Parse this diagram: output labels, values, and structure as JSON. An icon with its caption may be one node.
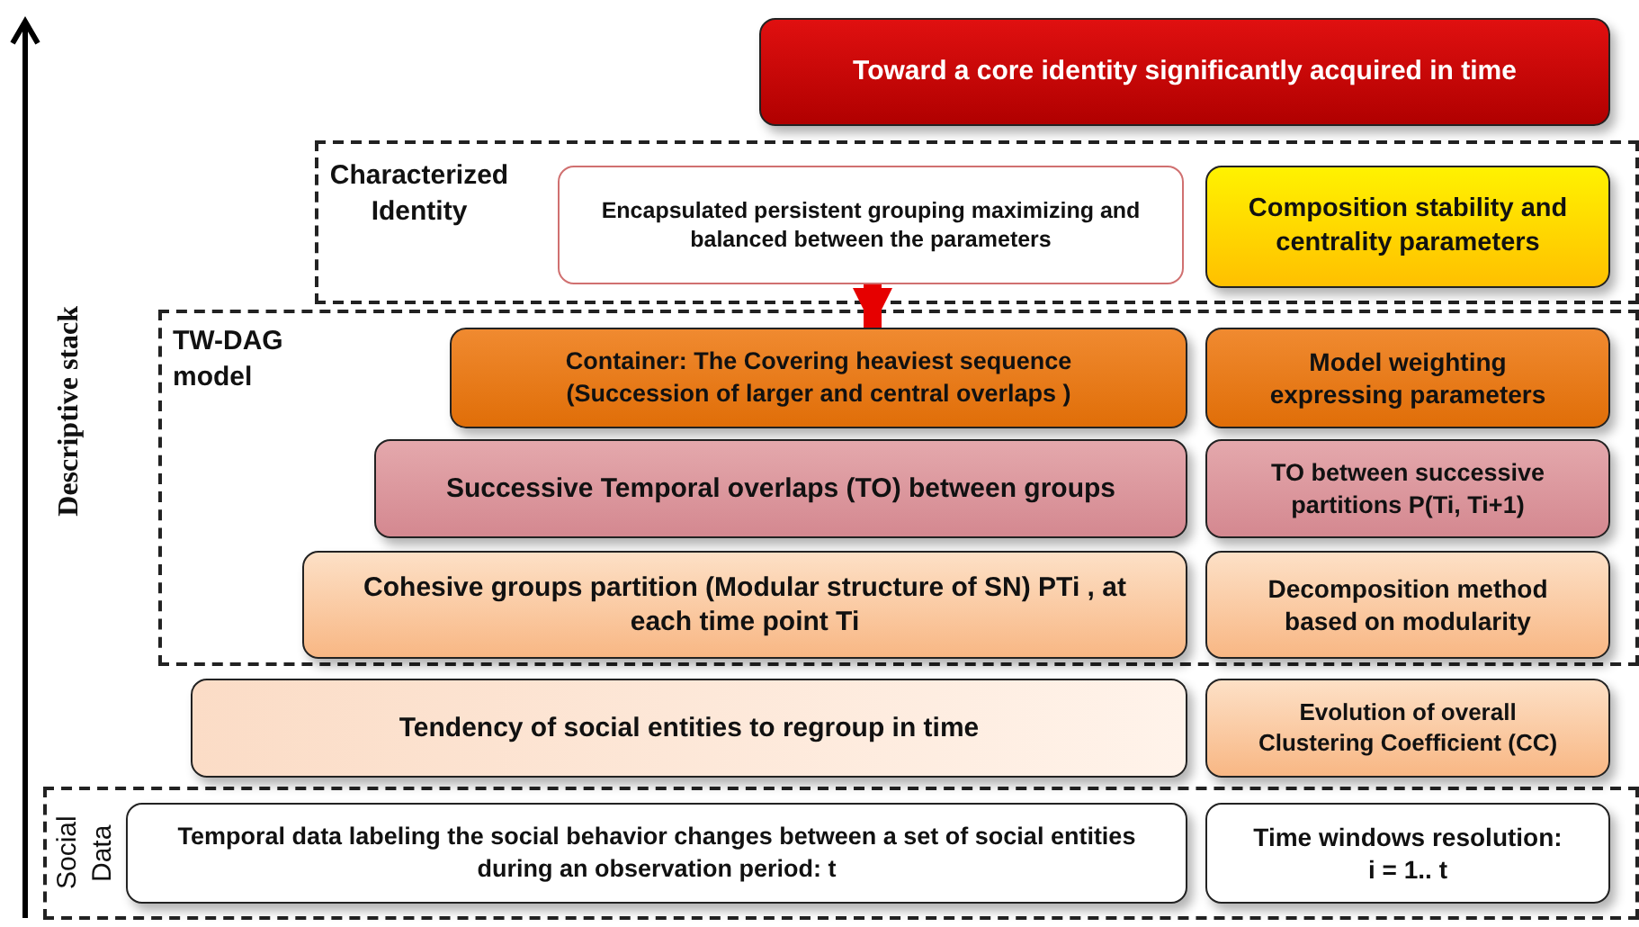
{
  "diagram": {
    "nodes": [
      {
        "text": [
          "Toward a core identity significantly acquired in time"
        ]
      },
      {
        "text": [
          "Characterized Identity"
        ]
      },
      {
        "text": [
          "Encapsulated persistent grouping maximizing and balanced between the parameters"
        ],
        "in": 1
      },
      {
        "text": [
          "Composition stability and centrality parameters"
        ],
        "in": 1
      },
      {
        "text": [
          "TW-DAG model"
        ]
      },
      {
        "text": [
          "Container: The Covering heaviest sequence (Succession of larger and central overlaps )"
        ],
        "in": 4
      },
      {
        "text": [
          "Model weighting expressing parameters"
        ],
        "in": 4
      },
      {
        "text": [
          "Successive Temporal overlaps (TO) between groups"
        ],
        "in": 4
      },
      {
        "text": [
          "TO between successive partitions P(Ti, Ti+1)"
        ],
        "in": 4
      },
      {
        "text": [
          "Cohesive groups partition (Modular structure of SN) PTi , at each time point Ti"
        ],
        "in": 4
      },
      {
        "text": [
          "Decomposition method based on modularity"
        ],
        "in": 4
      },
      {
        "text": [
          "Tendency of social entities to regroup in time"
        ]
      },
      {
        "text": [
          "Evolution of overall Clustering Coefficient (CC)"
        ]
      },
      {
        "text": [
          "Social Data"
        ]
      },
      {
        "text": [
          "Temporal data labeling the social behavior changes between a set of social entities during an observation period: t"
        ],
        "in": 13
      },
      {
        "text": [
          "Time windows resolution: i = 1.. t"
        ],
        "in": 13
      }
    ],
    "edges": [
      {
        "from": 2,
        "to": 5,
        "arrow": "to",
        "color": "#e60000"
      }
    ],
    "labels": [
      "Descriptive stack"
    ]
  }
}
